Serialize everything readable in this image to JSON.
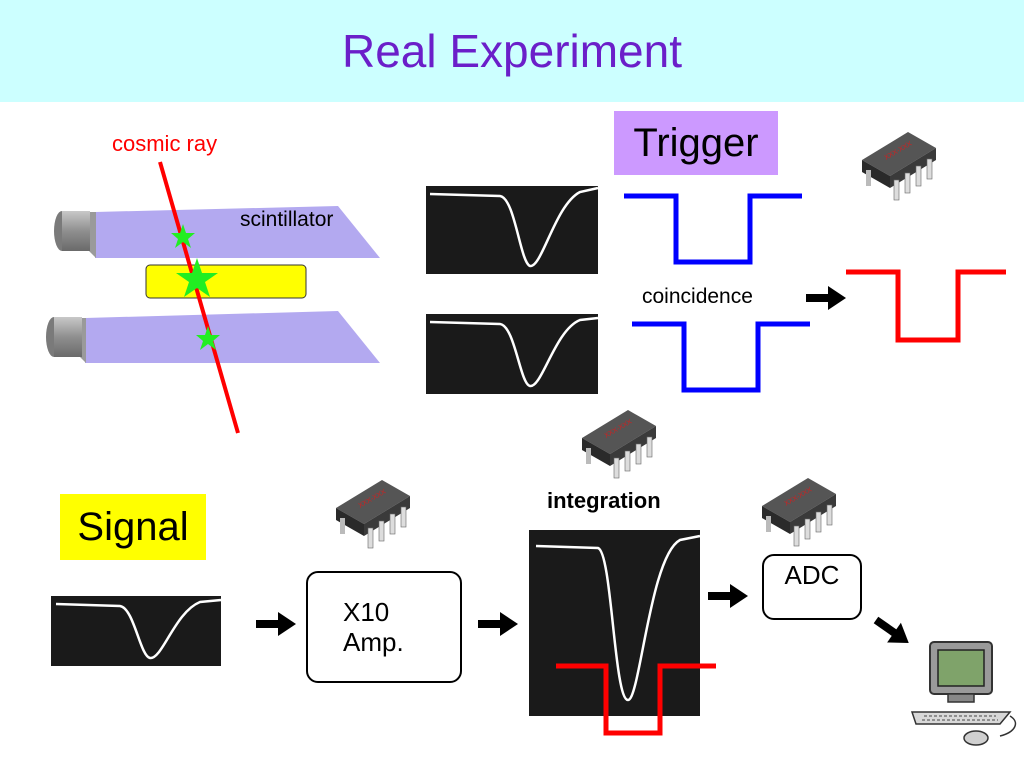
{
  "title": "Real Experiment",
  "labels": {
    "cosmic_ray": "cosmic ray",
    "scintillator": "scintillator",
    "trigger": "Trigger",
    "coincidence": "coincidence",
    "integration": "integration",
    "signal": "Signal",
    "amp_line1": "X10",
    "amp_line2": "Amp.",
    "adc": "ADC"
  },
  "colors": {
    "title": "#6b1fc9",
    "title_bar": "#ccffff",
    "trigger_bg": "#cc99ff",
    "signal_bg": "#ffff00",
    "cosmic_ray": "#ff0000",
    "trigger_pulse": "#0000ff",
    "coincidence_pulse": "#ff0000",
    "scintillator": "#b3a9f0",
    "hit_star": "#22ee22"
  },
  "icons": [
    "chip-icon",
    "computer-icon",
    "arrow-right-icon",
    "oscilloscope-trace-icon"
  ]
}
